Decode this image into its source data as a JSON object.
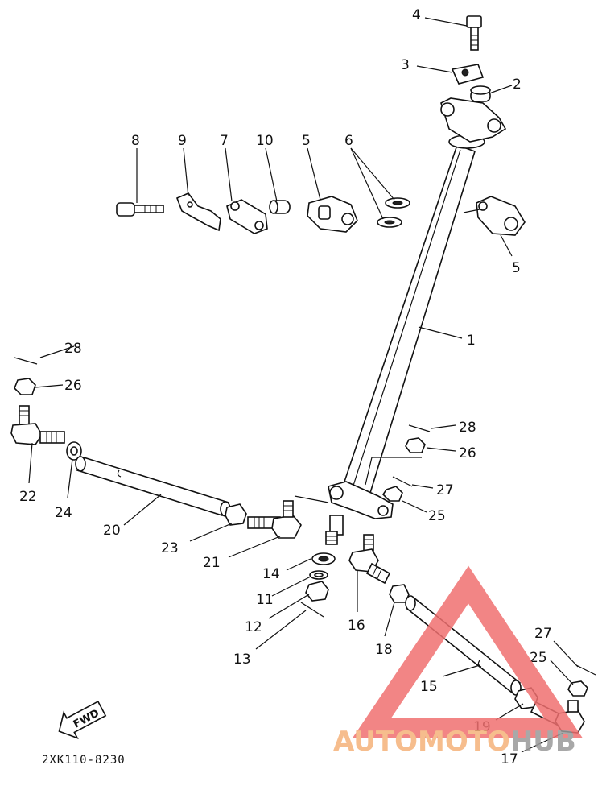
{
  "diagram": {
    "code": "2XK110-8230",
    "fwd_label": "FWD",
    "callouts": {
      "p1": "1",
      "p2": "2",
      "p3": "3",
      "p4": "4",
      "p5a": "5",
      "p5b": "5",
      "p6": "6",
      "p7": "7",
      "p8": "8",
      "p9": "9",
      "p10": "10",
      "p11": "11",
      "p12": "12",
      "p13": "13",
      "p14": "14",
      "p15": "15",
      "p16": "16",
      "p17": "17",
      "p18": "18",
      "p19": "19",
      "p20": "20",
      "p21": "21",
      "p22": "22",
      "p23": "23",
      "p24": "24",
      "p25a": "25",
      "p25b": "25",
      "p26a": "26",
      "p26b": "26",
      "p27a": "27",
      "p27b": "27",
      "p28a": "28",
      "p28b": "28"
    }
  },
  "watermark": {
    "brand_part1": "AUTO",
    "brand_part2": "MOTO",
    "brand_part3": "HUB",
    "colors": {
      "red": "#f07070",
      "orange": "#f5b27a",
      "gray": "#9a9a9a"
    }
  }
}
